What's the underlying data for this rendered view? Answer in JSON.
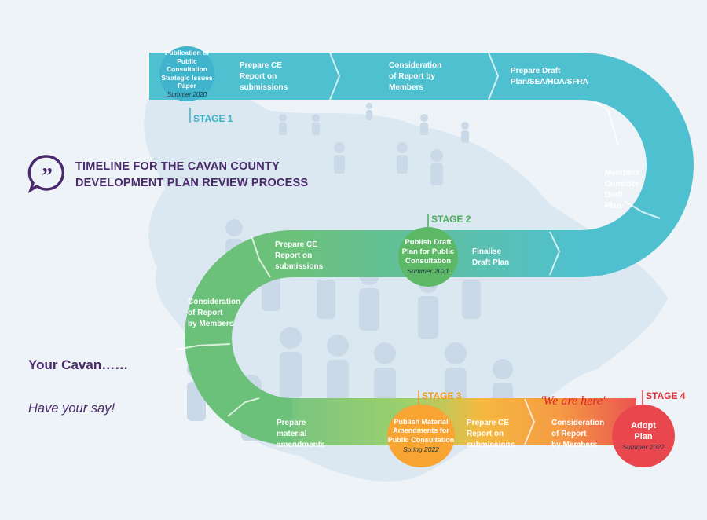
{
  "title": "TIMELINE FOR THE CAVAN COUNTY\nDEVELOPMENT PLAN REVIEW PROCESS",
  "tagline": "Your Cavan……",
  "subtagline": "Have your say!",
  "marker": "'We are here'",
  "icons": {
    "quote": "speech-bubble-quote-icon",
    "people": "people-figures-icon",
    "map": "county-map-silhouette"
  },
  "colors": {
    "teal": "#4fc0d0",
    "green": "#6cc17a",
    "orange": "#f7a433",
    "red": "#e8474e",
    "purple": "#4a2a6b",
    "stage1": "#39b5c9",
    "stage2": "#49ad59",
    "stage3": "#f39a1e",
    "stage4": "#e0323a"
  },
  "stages": [
    {
      "label": "STAGE 1",
      "title": "Publication of\nPublic Consultation\nStrategic Issues\nPaper",
      "date": "Summer 2020"
    },
    {
      "label": "STAGE 2",
      "title": "Publish Draft\nPlan for Public\nConsultation",
      "date": "Summer 2021"
    },
    {
      "label": "STAGE 3",
      "title": "Publish Material\nAmendments for\nPublic Consultation",
      "date": "Spring 2022"
    },
    {
      "label": "STAGE 4",
      "title": "Adopt\nPlan",
      "date": "Summer 2022"
    }
  ],
  "steps": [
    "Prepare CE\nReport on\nsubmissions",
    "Consideration\nof Report by\nMembers",
    "Prepare Draft\nPlan/SEA/HDA/SFRA",
    "Members\nConsider\nDraft\nPlan",
    "Finalise\nDraft Plan",
    "Prepare CE\nReport on\nsubmissions",
    "Consideration\nof Report\nby Members",
    "Prepare\nmaterial\namendments",
    "Prepare CE\nReport on\nsubmissions",
    "Consideration\nof Report\nby Members"
  ]
}
